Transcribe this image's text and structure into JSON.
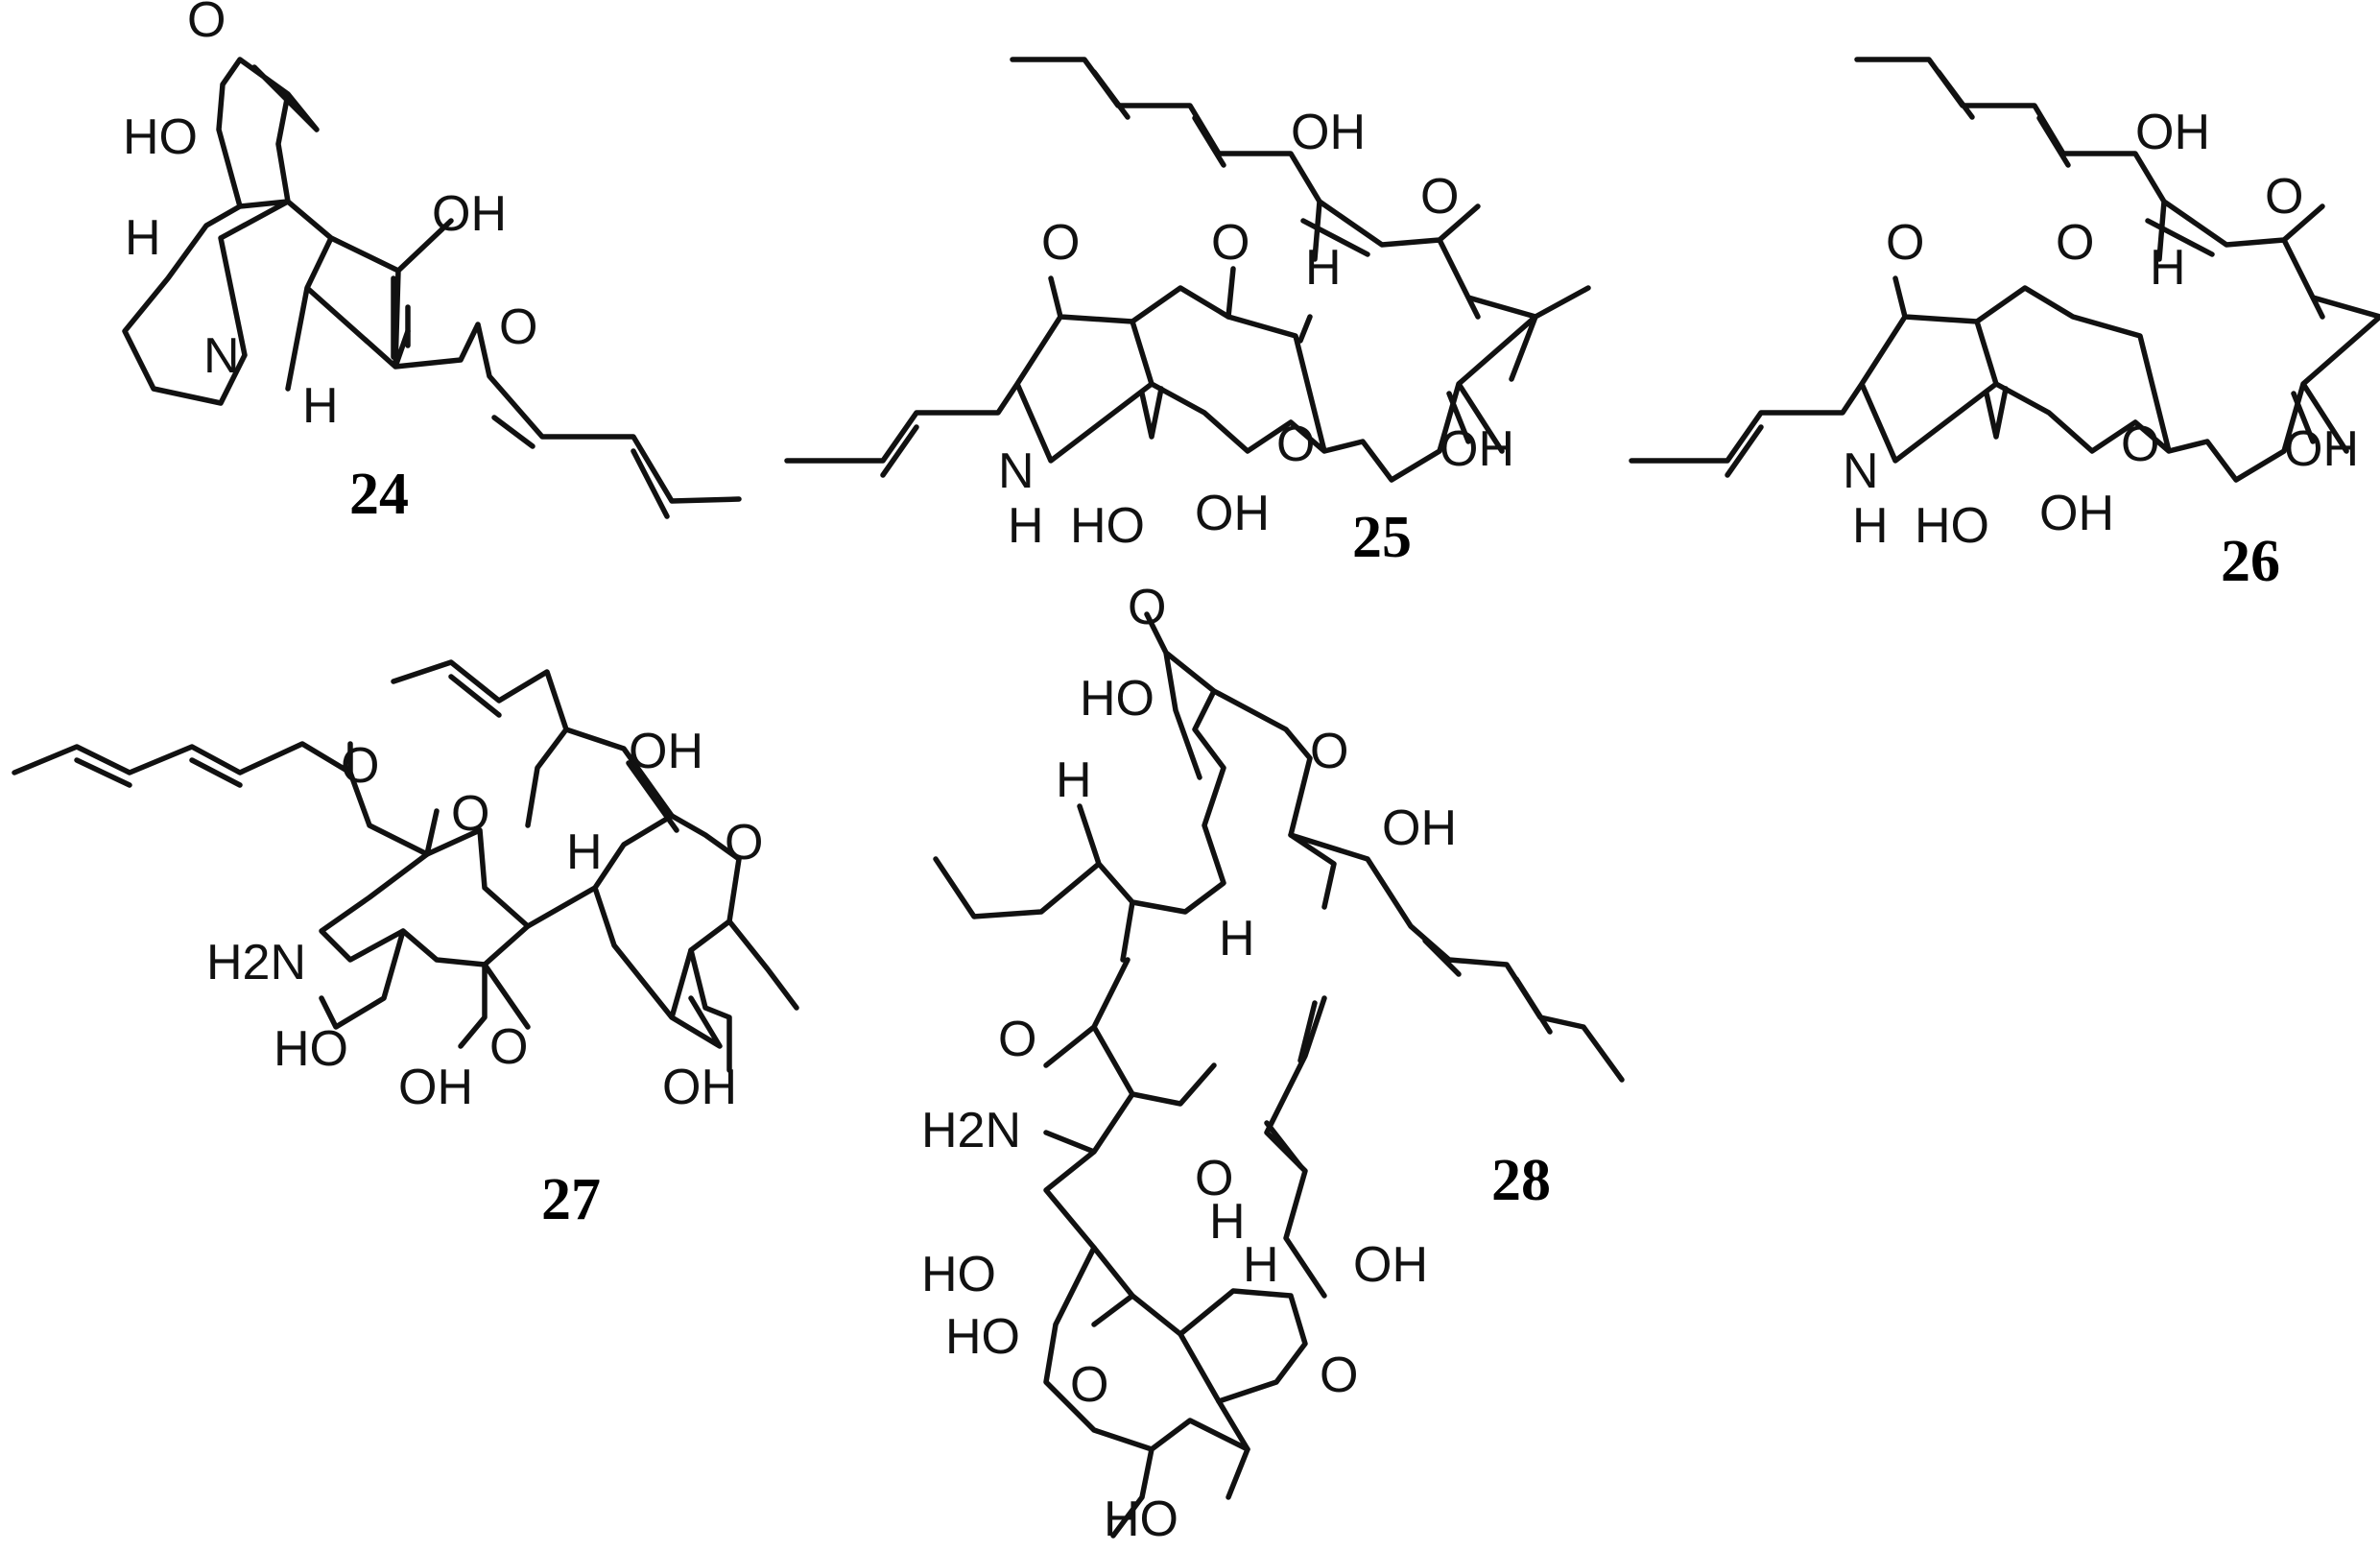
{
  "figure": {
    "compounds": [
      {
        "label": "24",
        "atom_labels": {
          "ho": "HO",
          "oh": "OH",
          "o_bridge": "O",
          "o_ketone": "O",
          "n": "N",
          "h_upper": "H",
          "h_lower": "H"
        }
      },
      {
        "label": "25",
        "atom_labels": {
          "o1": "O",
          "o2": "O",
          "o3": "O",
          "oh_top": "OH",
          "h_ring": "H",
          "oh_right": "OH",
          "o_furan": "O",
          "n": "N",
          "nh_h": "H",
          "ho_bottom": "HO",
          "oh_bottom": "OH"
        }
      },
      {
        "label": "26",
        "atom_labels": {
          "o1": "O",
          "o2": "O",
          "o3": "O",
          "oh_top": "OH",
          "h_ring": "H",
          "oh_right": "OH",
          "o_furan": "O",
          "n": "N",
          "nh_h": "H",
          "ho_bottom": "HO",
          "oh_bottom": "OH"
        }
      },
      {
        "label": "27",
        "atom_labels": {
          "o_acyl": "O",
          "o_ring1": "O",
          "o_ring2": "O",
          "oh_top": "OH",
          "h_ring": "H",
          "h2n": "H2N",
          "ho_left": "HO",
          "o_furan": "O",
          "oh_center": "OH",
          "oh_right": "OH"
        }
      },
      {
        "label": "28",
        "atom_labels": {
          "o_bridge": "O",
          "ho_bridge": "HO",
          "h_left": "H",
          "o_ketone": "O",
          "oh_enol": "OH",
          "h_lower": "H",
          "o_amide": "O",
          "h2n": "H2N",
          "o_ring": "O",
          "h_ring1": "H",
          "h_ring2": "H",
          "oh_lower": "OH",
          "ho_1": "HO",
          "ho_2": "HO",
          "o_furan": "O",
          "o_ketone2": "O",
          "ho_bottom": "HO"
        }
      }
    ]
  }
}
